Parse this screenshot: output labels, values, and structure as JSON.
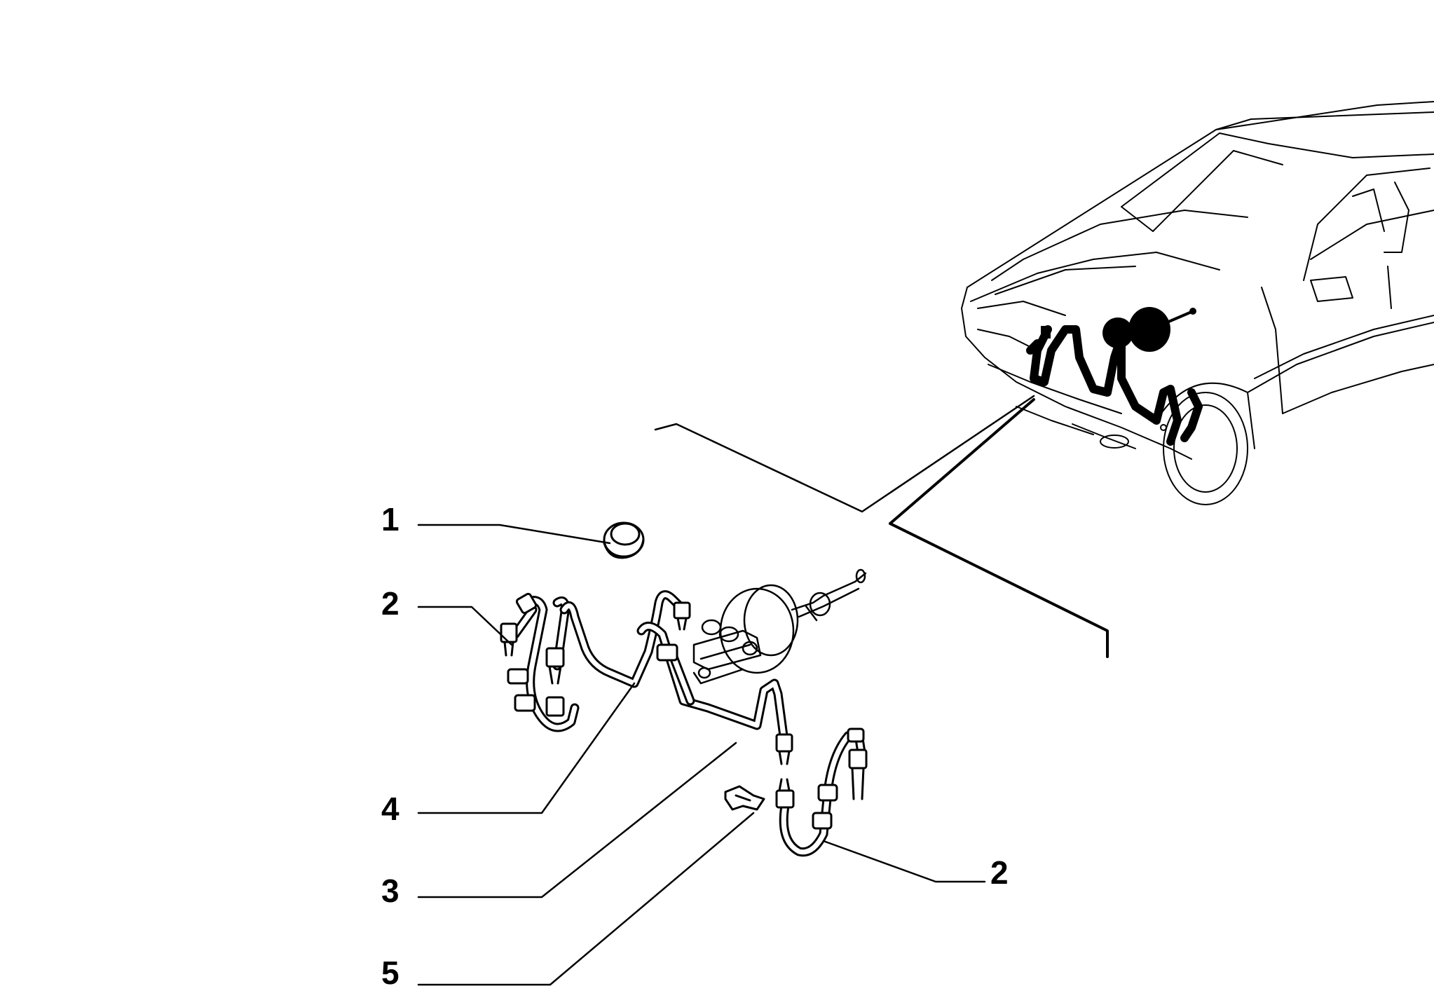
{
  "callouts": [
    {
      "number": "1"
    },
    {
      "number": "2"
    },
    {
      "number": "4"
    },
    {
      "number": "3"
    },
    {
      "number": "5"
    },
    {
      "number": "2"
    }
  ],
  "colors": {
    "line": "#000000",
    "background": "#ffffff"
  }
}
